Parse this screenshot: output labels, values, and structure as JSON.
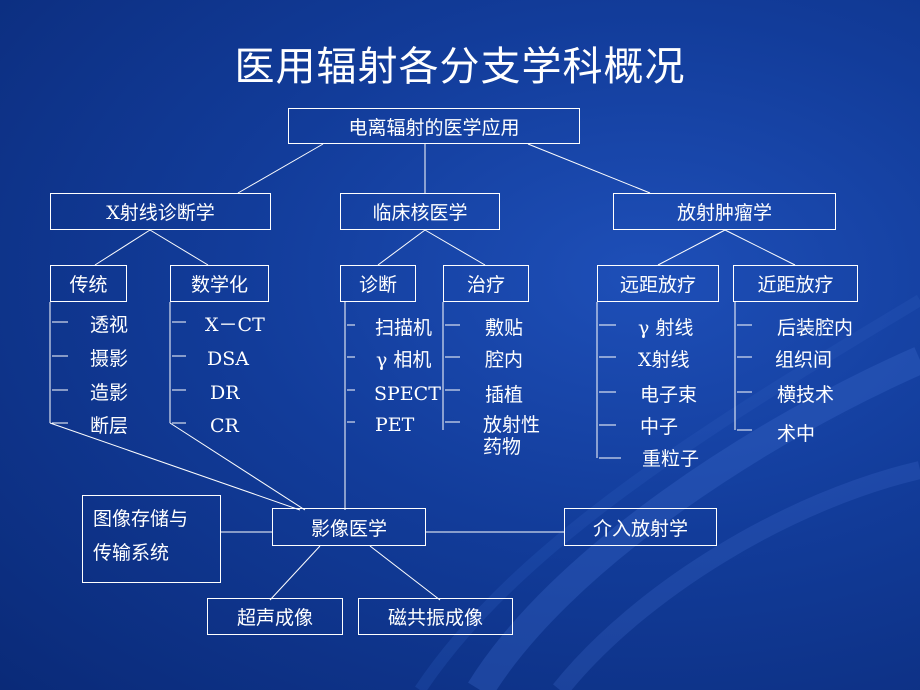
{
  "title": "医用辐射各分支学科概况",
  "root": "电离辐射的医学应用",
  "level1": {
    "xray": "X射线诊断学",
    "nuclear": "临床核医学",
    "oncology": "放射肿瘤学"
  },
  "level2": {
    "traditional": "传统",
    "digital": "数学化",
    "diagnosis": "诊断",
    "therapy": "治疗",
    "teletherapy": "远距放疗",
    "brachy": "近距放疗"
  },
  "items": {
    "traditional": [
      "透视",
      "摄影",
      "造影",
      "断层"
    ],
    "digital": [
      "X－CT",
      "DSA",
      "DR",
      "CR"
    ],
    "diagnosis": [
      "扫描机",
      "γ 相机",
      "SPECT",
      "PET"
    ],
    "therapy": [
      "敷贴",
      "腔内",
      "插植",
      "放射性\n药物"
    ],
    "teletherapy": [
      "γ 射线",
      "X射线",
      "电子束",
      "中子",
      "重粒子"
    ],
    "brachy": [
      "后装腔内",
      "组织间",
      "横技术",
      "术中"
    ]
  },
  "bottom": {
    "pacs": "图像存储与\n传输系统",
    "imaging": "影像医学",
    "interventional": "介入放射学",
    "ultrasound": "超声成像",
    "mri": "磁共振成像"
  }
}
